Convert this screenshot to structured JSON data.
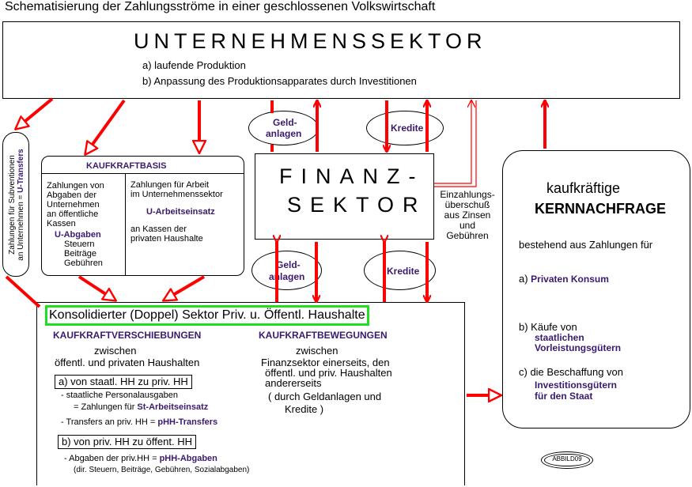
{
  "title": "Schematisierung der Zahlungsströme in einer geschlossenen Volkswirtschaft",
  "unternehmen": {
    "heading": "UNTERNEHMENSSEKTOR",
    "line_a": "a) laufende Produktion",
    "line_b": "b) Anpassung des Produktionsapparates durch Investitionen"
  },
  "transfers_label_1": "Zahlungen für Subventionen",
  "transfers_label_2": "an Unternehmen = ",
  "transfers_label_3": "U-Transfers",
  "kaufkraftbasis": {
    "heading": "KAUFKRAFTBASIS",
    "left_1": "Zahlungen von",
    "left_2": "Abgaben der",
    "left_3": "Unternehmen",
    "left_4": "an öffentliche",
    "left_5": "Kassen",
    "left_6": "U-Abgaben",
    "left_7": "Steuern",
    "left_8": "Beiträge",
    "left_9": "Gebühren",
    "right_1": "Zahlungen für Arbeit",
    "right_2": "im Unternehmenssektor",
    "right_3": "U-Arbeitseinsatz",
    "right_4": "an Kassen der",
    "right_5": "privaten Haushalte"
  },
  "finanz": {
    "line1": "FINANZ-",
    "line2": "SEKTOR"
  },
  "ellipses": {
    "geld_top_1": "Geld-",
    "geld_top_2": "anlagen",
    "kredite_top": "Kredite",
    "geld_bottom_1": "Geld-",
    "geld_bottom_2": "anlagen",
    "kredite_bottom": "Kredite"
  },
  "einzahlung": {
    "l1": "Einzahlungs-",
    "l2": "überschuß",
    "l3": "aus Zinsen",
    "l4": "und",
    "l5": "Gebühren"
  },
  "kern": {
    "title_1": "kaufkräftige",
    "title_2": "KERNNACHFRAGE",
    "intro": "bestehend aus Zahlungen für",
    "a_prefix": "a) ",
    "a_bold": "Privaten Konsum",
    "b_prefix": "b) Käufe von",
    "b_bold_1": "staatlichen",
    "b_bold_2": "Vorleistungsgütern",
    "c_prefix": "c) die Beschaffung von",
    "c_bold_1": "Investitionsgütern",
    "c_bold_2": "für den Staat"
  },
  "haushalte": {
    "heading": "Konsolidierter (Doppel) Sektor Priv. u. Öffentl. Haushalte",
    "verschiebungen": "KAUFKRAFTVERSCHIEBUNGEN",
    "v_1": "zwischen",
    "v_2": "öffentl. und privaten Haushalten",
    "box_a": "a) von staatl. HH zu priv. HH",
    "a_1": "- staatliche Personalausgaben",
    "a_2": "= Zahlungen für ",
    "a_2b": "St-Arbeitseinsatz",
    "a_3": "- Transfers an priv. HH = ",
    "a_3b": "pHH-Transfers",
    "box_b": "b) von priv. HH zu öffent. HH",
    "b_1": "- Abgaben der priv.HH = ",
    "b_1b": "pHH-Abgaben",
    "b_2": "(dir. Steuern, Beiträge, Gebühren, Sozialabgaben)",
    "bewegungen": "KAUFKRAFTBEWEGUNGEN",
    "m_1": "zwischen",
    "m_2": "Finanzsektor einerseits, den",
    "m_3": "öffentl. und priv. Haushalten",
    "m_4": "andererseits",
    "m_5": "( durch Geldanlagen und",
    "m_6": "Kredite )"
  },
  "stamp": "ABBILD09",
  "colors": {
    "arrow": "#ff0000",
    "highlight": "#22dd22",
    "accent": "#3a1a6e"
  }
}
